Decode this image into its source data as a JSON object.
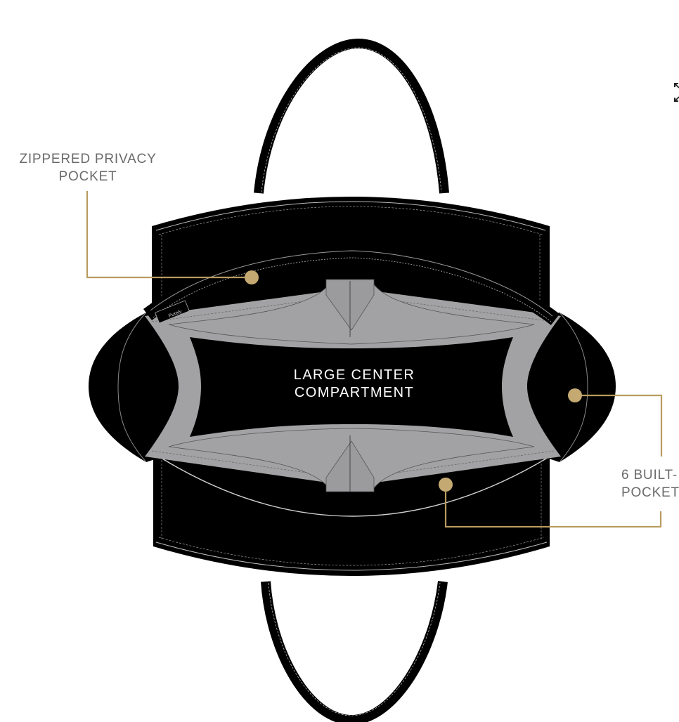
{
  "callouts": {
    "privacy_pocket": {
      "line1": "ZIPPERED PRIVACY",
      "line2": "POCKET"
    },
    "center_compartment": {
      "line1": "LARGE CENTER",
      "line2": "COMPARTMENT"
    },
    "built_in_pockets": {
      "line1": "6 BUILT-",
      "line2": "POCKET"
    }
  },
  "brand_tag": "Purely",
  "icons": {
    "expand": "expand-icon"
  },
  "colors": {
    "background": "#ffffff",
    "bag_body": "#000000",
    "lining": "#a2a2a4",
    "callout_line": "#b89b5e",
    "callout_dot": "#c4aa72",
    "callout_text": "#6b6b6b"
  }
}
